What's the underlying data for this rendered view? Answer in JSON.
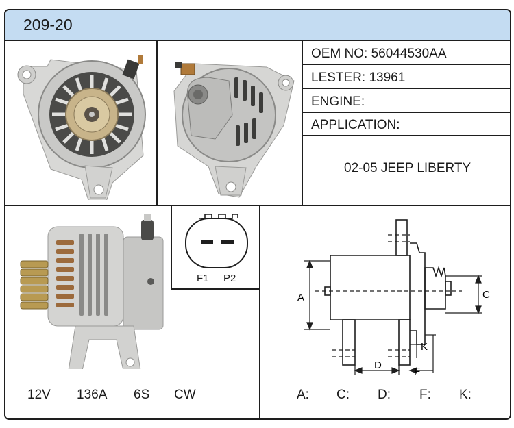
{
  "header": {
    "part_number": "209-20"
  },
  "info": {
    "oem": "OEM NO:  56044530AA",
    "lester": "LESTER:  13961",
    "engine": "ENGINE:",
    "application": "APPLICATION:",
    "application_value": "02-05 JEEP LIBERTY"
  },
  "plug": {
    "pin1": "F1",
    "pin2": "P2"
  },
  "specs": {
    "voltage": "12V",
    "amperage": "136A",
    "pulley": "6S",
    "rotation": "CW"
  },
  "dimensions": {
    "labels": {
      "a": "A",
      "c": "C",
      "d": "D",
      "f": "F",
      "k": "K"
    },
    "fields": {
      "a": "A:",
      "c": "C:",
      "d": "D:",
      "f": "F:",
      "k": "K:"
    }
  },
  "colors": {
    "header_bg": "#c4dcf2",
    "border": "#1e1e1e"
  }
}
